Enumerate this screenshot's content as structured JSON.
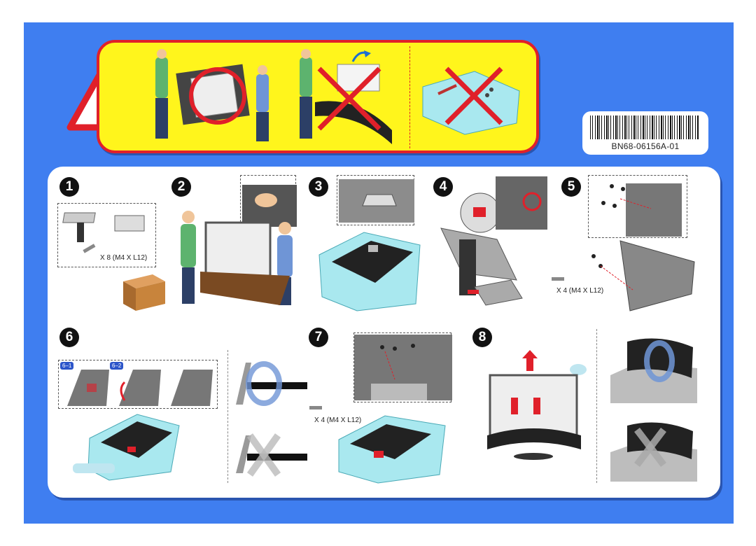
{
  "barcode": {
    "code": "BN68-06156A-01"
  },
  "steps": [
    {
      "number": "1"
    },
    {
      "number": "2"
    },
    {
      "number": "3"
    },
    {
      "number": "4"
    },
    {
      "number": "5"
    },
    {
      "number": "6"
    },
    {
      "number": "7"
    },
    {
      "number": "8"
    }
  ],
  "screw_labels": {
    "step1": "X 8 (M4 X L12)",
    "step5": "X 4 (M4 X L12)",
    "step7": "X 4 (M4 X L12)"
  },
  "sub_tags": {
    "a": "6–1",
    "b": "6–2"
  },
  "colors": {
    "background": "#3f7ef0",
    "warning_fill": "#fff51c",
    "warning_border": "#e0202a",
    "step_badge": "#111111",
    "tag_blue": "#2c55c9"
  },
  "icons": [
    "warning-triangle-icon",
    "correct-circle-icon",
    "wrong-x-icon",
    "barcode-icon"
  ]
}
